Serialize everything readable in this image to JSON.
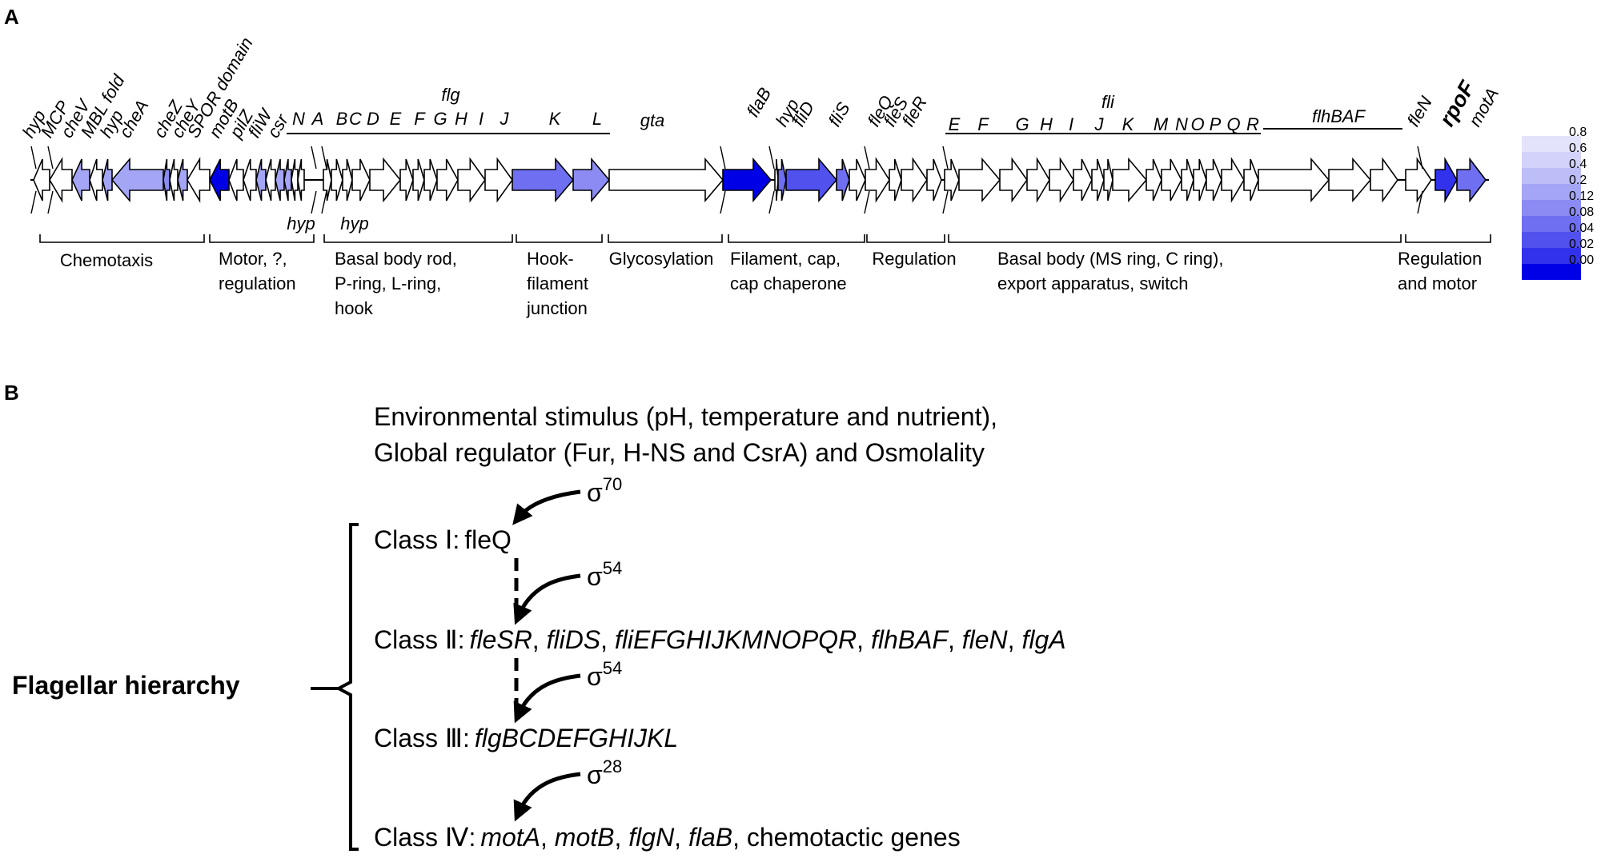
{
  "panel_a": {
    "label": "A",
    "gene_labels": [
      {
        "text": "hyp"
      },
      {
        "text": "MCP"
      },
      {
        "text": "cheV"
      },
      {
        "text": "MBL fold"
      },
      {
        "text": "hyp"
      },
      {
        "text": "cheA"
      },
      {
        "text": "cheZ"
      },
      {
        "text": "cheY"
      },
      {
        "text": "SPOR domain"
      },
      {
        "text": "motB"
      },
      {
        "text": "pilZ"
      },
      {
        "text": "fliW"
      },
      {
        "text": "csr"
      },
      {
        "text": "flaB"
      },
      {
        "text": "hyp"
      },
      {
        "text": "fliD"
      },
      {
        "text": "fliS"
      },
      {
        "text": "fleQ"
      },
      {
        "text": "fleS"
      },
      {
        "text": "fleR"
      },
      {
        "text": "fleN"
      },
      {
        "text": "rpoF"
      },
      {
        "text": "motA"
      }
    ],
    "group_labels": {
      "flg": "flg",
      "gta": "gta",
      "fli": "fli",
      "flhBAF": "flhBAF"
    },
    "flg_letters": [
      "N",
      "A",
      "B",
      "C",
      "D",
      "E",
      "F",
      "G",
      "H",
      "I",
      "J",
      "K",
      "L"
    ],
    "fli_letters": [
      "E",
      "F",
      "G",
      "H",
      "I",
      "J",
      "K",
      "M",
      "N",
      "O",
      "P",
      "Q",
      "R"
    ],
    "hyp_below": [
      "hyp",
      "hyp"
    ],
    "categories": [
      {
        "lines": [
          "Chemotaxis"
        ]
      },
      {
        "lines": [
          "Motor, ?,",
          "regulation"
        ]
      },
      {
        "lines": [
          "Basal body rod,",
          "P-ring, L-ring,",
          "hook"
        ]
      },
      {
        "lines": [
          "Hook-",
          "filament",
          "junction"
        ]
      },
      {
        "lines": [
          "Glycosylation"
        ]
      },
      {
        "lines": [
          "Filament, cap,",
          "cap chaperone"
        ]
      },
      {
        "lines": [
          "Regulation"
        ]
      },
      {
        "lines": [
          "Basal body (MS ring, C ring),",
          "export apparatus, switch"
        ]
      },
      {
        "lines": [
          "Regulation",
          "and motor"
        ]
      }
    ],
    "legend": {
      "values": [
        "0.8",
        "0.6",
        "0.4",
        "0.2",
        "0.12",
        "0.08",
        "0.04",
        "0.02",
        "0.00"
      ],
      "colors": [
        "#e3e3fb",
        "#d2d2fa",
        "#bdbdf8",
        "#a5a5f6",
        "#8b8bf3",
        "#6f6ff1",
        "#5151ee",
        "#3232ec",
        "#0000e6"
      ]
    }
  },
  "panel_b": {
    "label": "B",
    "stimulus_lines": [
      "Environmental stimulus (pH, temperature and nutrient),",
      "Global regulator (Fur, H-NS and CsrA) and Osmolality"
    ],
    "hierarchy_label": "Flagellar hierarchy",
    "sigmas": [
      {
        "symbol": "σ",
        "sup": "70"
      },
      {
        "symbol": "σ",
        "sup": "54"
      },
      {
        "symbol": "σ",
        "sup": "54"
      },
      {
        "symbol": "σ",
        "sup": "28"
      }
    ],
    "classes": [
      {
        "label": "Class Ⅰ:",
        "genes": [
          {
            "text": "fleQ",
            "italic": false
          }
        ]
      },
      {
        "label": "Class Ⅱ:",
        "genes": [
          {
            "text": "fleSR",
            "italic": true
          },
          {
            "text": ", ",
            "italic": false
          },
          {
            "text": "fliDS",
            "italic": true
          },
          {
            "text": ", ",
            "italic": false
          },
          {
            "text": "fliEFGHIJKMNOPQR",
            "italic": true
          },
          {
            "text": ", ",
            "italic": false
          },
          {
            "text": "flhBAF",
            "italic": true
          },
          {
            "text": ", ",
            "italic": false
          },
          {
            "text": "fleN",
            "italic": true
          },
          {
            "text": ", ",
            "italic": false
          },
          {
            "text": "flgA",
            "italic": true
          }
        ]
      },
      {
        "label": "Class Ⅲ:",
        "genes": [
          {
            "text": "flgBCDEFGHIJKL",
            "italic": true
          }
        ]
      },
      {
        "label": "Class Ⅳ:",
        "genes": [
          {
            "text": "motA",
            "italic": true
          },
          {
            "text": ", ",
            "italic": false
          },
          {
            "text": "motB",
            "italic": true
          },
          {
            "text": ", ",
            "italic": false
          },
          {
            "text": "flgN",
            "italic": true
          },
          {
            "text": ", ",
            "italic": false
          },
          {
            "text": "flaB",
            "italic": true
          },
          {
            "text": ", chemotactic genes",
            "italic": false
          }
        ]
      }
    ]
  }
}
